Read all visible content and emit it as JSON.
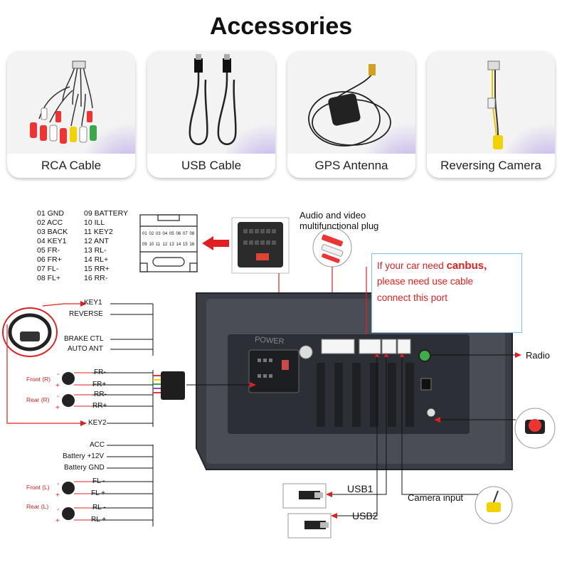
{
  "title": "Accessories",
  "accessories": [
    {
      "label": "RCA Cable",
      "icon": "rca-cable-icon"
    },
    {
      "label": "USB Cable",
      "icon": "usb-cable-icon"
    },
    {
      "label": "GPS Antenna",
      "icon": "gps-antenna-icon"
    },
    {
      "label": "Reversing Camera",
      "icon": "reversing-camera-cable-icon"
    }
  ],
  "pinout": {
    "left": [
      "01  GND",
      "02  ACC",
      "03  BACK",
      "04  KEY1",
      "05  FR-",
      "06  FR+",
      "07  FL-",
      "08  FL+"
    ],
    "right": [
      "09  BATTERY",
      "10  ILL",
      "11  KEY2",
      "12  ANT",
      "13  RL-",
      "14  RL+",
      "15  RR+",
      "16  RR-"
    ],
    "connector_top": [
      "01",
      "02",
      "03",
      "04",
      "05",
      "06",
      "07",
      "08"
    ],
    "connector_bottom": [
      "09",
      "10",
      "11",
      "12",
      "13",
      "14",
      "15",
      "16"
    ]
  },
  "plug_label": [
    "Audio and video",
    "multifunctional plug"
  ],
  "canbus_note": {
    "line1_pre": "If your car need ",
    "line1_bold": "canbus,",
    "line2": "please need use cable",
    "line3": "connect this port"
  },
  "wires_top": [
    "KEY1",
    "REVERSE",
    "BRAKE CTL",
    "AUTO ANT"
  ],
  "speakers_front_right": {
    "label": "Front (R)",
    "wires": [
      "FR-",
      "FR+"
    ]
  },
  "speakers_rear_right": {
    "label": "Rear (R)",
    "wires": [
      "RR-",
      "RR+"
    ]
  },
  "wire_key2": "KEY2",
  "wires_power": [
    "ACC",
    "Battery +12V",
    "Battery GND"
  ],
  "speakers_front_left": {
    "label": "Front (L)",
    "wires": [
      "FL -",
      "FL +"
    ]
  },
  "speakers_rear_left": {
    "label": "Rear (L)",
    "wires": [
      "RL -",
      "RL +"
    ]
  },
  "unit_label": "POWER",
  "ports": {
    "radio": "Radio",
    "usb1": "USB1",
    "usb2": "USB2",
    "camera": "Camera input"
  },
  "colors": {
    "red": "#e02020",
    "unit": "#3a3d44",
    "note_border": "#79c4ea"
  }
}
